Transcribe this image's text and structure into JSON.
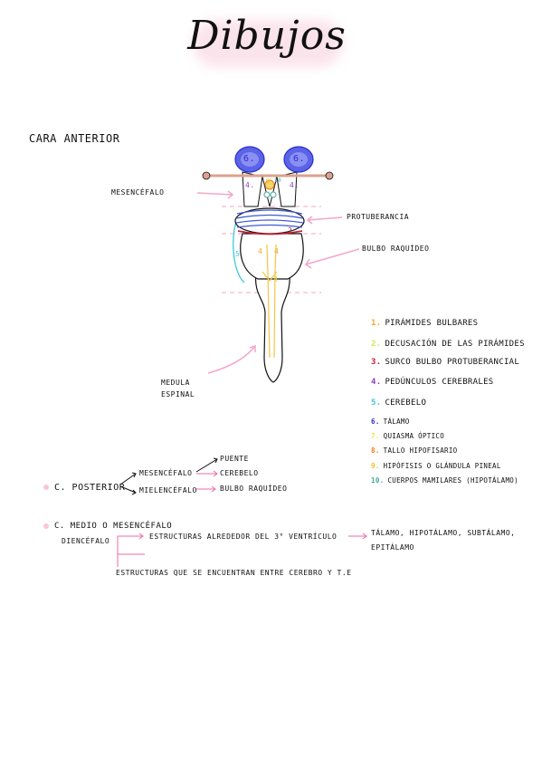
{
  "title": "Dibujos",
  "view_label": "Cara anterior",
  "diagram_labels": {
    "mesencefalo": "Mesencéfalo",
    "protuberancia": "Protuberancia",
    "bulbo": "Bulbo raquídeo",
    "medula": "Medula espinal"
  },
  "diagram_marks": {
    "n6a": "6.",
    "n6b": "6.",
    "n4a": "4.",
    "n4b": "4.",
    "n10": "10",
    "n9": "9",
    "n2": "2.",
    "n5": "5",
    "n4c": "4",
    "n4d": "4",
    "n1": "1"
  },
  "legend": [
    {
      "num": "1.",
      "text": "Pirámides bulbares",
      "color": "#f5a623"
    },
    {
      "num": "2.",
      "text": "Decusación de las pirámides",
      "color": "#d4e84a"
    },
    {
      "num": "3.",
      "text": "Surco bulbo protuberancial",
      "color": "#c0203a"
    },
    {
      "num": "4.",
      "text": "Pedúnculos cerebrales",
      "color": "#8a3ec7"
    },
    {
      "num": "5.",
      "text": "Cerebelo",
      "color": "#3ec7d6"
    },
    {
      "num": "6.",
      "text": "Tálamo",
      "color": "#2b2bd6"
    },
    {
      "num": "7.",
      "text": "Quiasma óptico",
      "color": "#f3e64a"
    },
    {
      "num": "8.",
      "text": "Tallo hipofisario",
      "color": "#f07a1a"
    },
    {
      "num": "9.",
      "text": "Hipófisis o glándula pineal",
      "color": "#f0c020"
    },
    {
      "num": "10.",
      "text": "Cuerpos mamilares (hipotálamo)",
      "color": "#4aa89a"
    }
  ],
  "posterior": {
    "label": "C. Posterior",
    "mesencefalo": "Mesencéfalo",
    "mielencefalo": "Mielencéfalo",
    "puente": "Puente",
    "cerebelo": "Cerebelo",
    "bulbo": "Bulbo raquídeo"
  },
  "medio": {
    "label": "C. Medio o Mesencéfalo",
    "diencefalo": "Diencéfalo",
    "estructuras": "Estructuras alrededor del 3° ventrículo",
    "result": "Tálamo, hipotálamo, subtálamo,",
    "result2": "epitálamo",
    "entre": "Estructuras que se encuentran entre cerebro y T.E"
  },
  "colors": {
    "pink_arrow": "#f4a6c8",
    "accent_pink": "#ec6aa8",
    "blue": "#3e5bd6"
  }
}
